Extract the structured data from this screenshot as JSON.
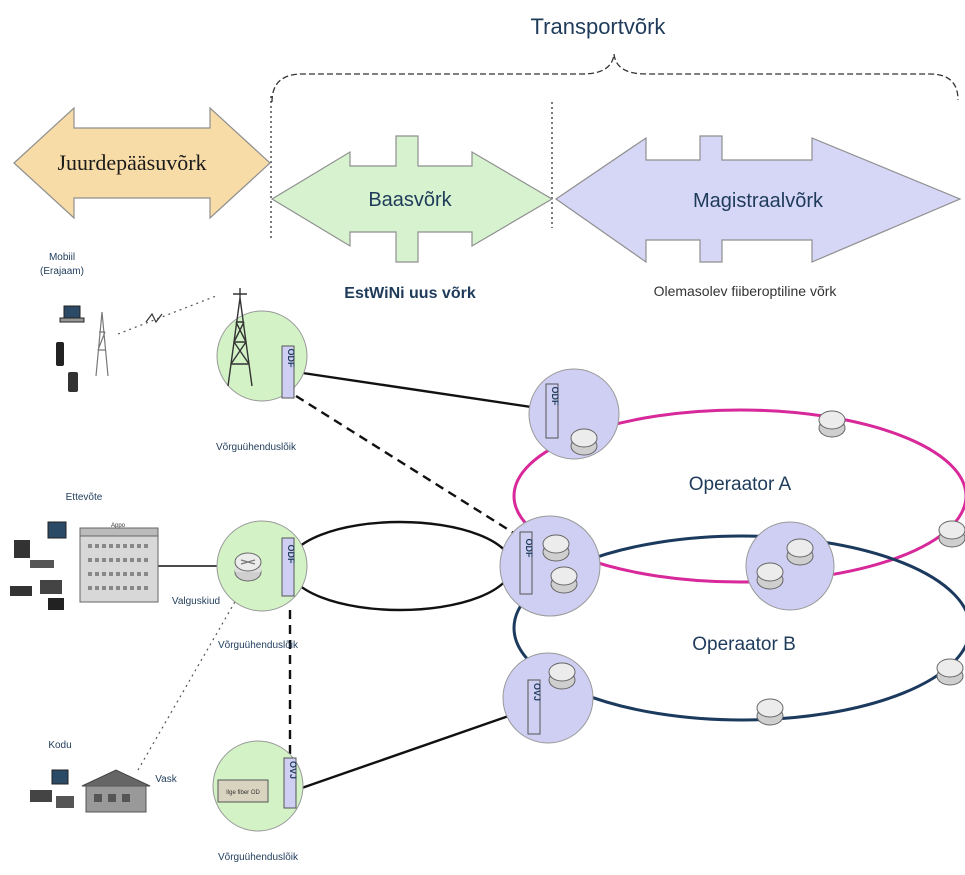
{
  "header": {
    "title": "Transportvõrk"
  },
  "segments": {
    "access": "Juurdepääsuvõrk",
    "base": "Baasvõrk",
    "backbone": "Magistraalvõrk"
  },
  "subtitles": {
    "base": "EstWiNi uus võrk",
    "backbone": "Olemasolev fiiberoptiline võrk"
  },
  "nodes": {
    "top_node_label": "Võrguühenduslõik",
    "mid_node_label": "Võrguühenduslõik",
    "bottom_node_label": "Võrguühenduslõik",
    "odf": "ODF",
    "ovj": "OVJ",
    "equipment_box": "Ilge fiber OD"
  },
  "clients": {
    "mobile": "Mobiil",
    "mobile_sub": "(Erajaam)",
    "business": "Ettevõte",
    "home": "Kodu",
    "building_sign": "Appo"
  },
  "links": {
    "fiber_label": "Valguskiud",
    "copper_label": "Vask"
  },
  "operators": {
    "a": "Operaator A",
    "b": "Operaator B"
  },
  "colors": {
    "access_fill": "#f8dca8",
    "base_fill": "#d6f2cf",
    "backbone_fill": "#d6d6f6",
    "node_green": "#d3f2c6",
    "node_blue": "#cfcff3",
    "operator_a": "#d7299a",
    "operator_b": "#1c3a5e"
  }
}
